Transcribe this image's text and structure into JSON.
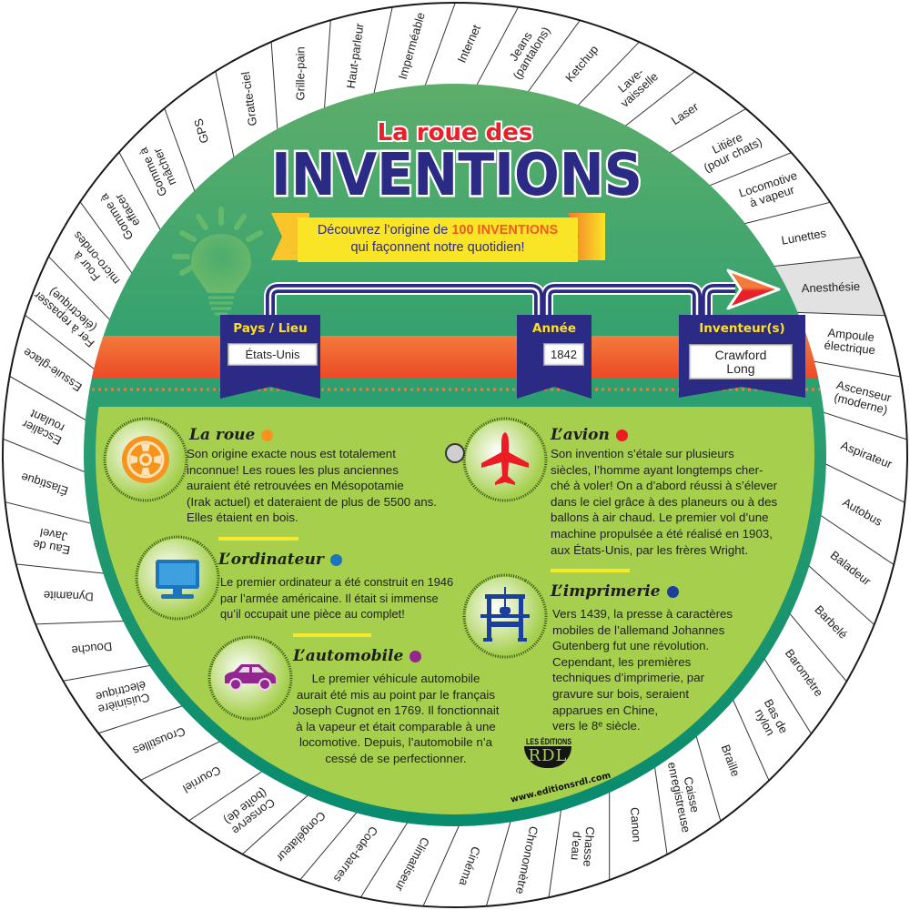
{
  "title": {
    "line1": "La roue des",
    "line2": "INVENTIONS"
  },
  "banner": {
    "text_before": "Découvrez l’origine de ",
    "highlight": "100 INVENTIONS",
    "line2": "qui façonnent notre quotidien!"
  },
  "info_boxes": {
    "country": {
      "label": "Pays / Lieu",
      "value": "États-Unis"
    },
    "year": {
      "label": "Année",
      "value": "1842"
    },
    "inventor": {
      "label": "Inventeur(s)",
      "value_lines": [
        "Crawford",
        "Long"
      ]
    }
  },
  "wheel": {
    "selected": "Anesthésie",
    "items": [
      [
        "Anesthésie"
      ],
      [
        "Ampoule",
        "électrique"
      ],
      [
        "Ascenseur",
        "(moderne)"
      ],
      [
        "Aspirateur"
      ],
      [
        "Autobus"
      ],
      [
        "Baladeur"
      ],
      [
        "Barbelé"
      ],
      [
        "Baromètre"
      ],
      [
        "Bas de",
        "nylon"
      ],
      [
        "Braille"
      ],
      [
        "Caisse",
        "enregistreuse"
      ],
      [
        "Canon"
      ],
      [
        "Chasse",
        "d’eau"
      ],
      [
        "Chronomètre"
      ],
      [
        "Cinéma"
      ],
      [
        "Climatiseur"
      ],
      [
        "Code-barres"
      ],
      [
        "Congélateur"
      ],
      [
        "Conserve",
        "(boîte de)"
      ],
      [
        "Courriel"
      ],
      [
        "Croustilles"
      ],
      [
        "Cuisinière",
        "électrique"
      ],
      [
        "Douche"
      ],
      [
        "Dynamite"
      ],
      [
        "Eau de",
        "Javel"
      ],
      [
        "Élastique"
      ],
      [
        "Escalier",
        "roulant"
      ],
      [
        "Essuie-glace"
      ],
      [
        "Fer à repasser",
        "(électrique)"
      ],
      [
        "Four à",
        "micro-ondes"
      ],
      [
        "Gomme à",
        "effacer"
      ],
      [
        "Gomme à",
        "mâcher"
      ],
      [
        "GPS"
      ],
      [
        "Gratte-ciel"
      ],
      [
        "Grille-pain"
      ],
      [
        "Haut-parleur"
      ],
      [
        "Imperméable"
      ],
      [
        "Internet"
      ],
      [
        "Jeans",
        "(pantalons)"
      ],
      [
        "Ketchup"
      ],
      [
        "Lave-",
        "vaisselle"
      ],
      [
        "Laser"
      ],
      [
        "Litière",
        "(pour chats)"
      ],
      [
        "Locomotive",
        "à vapeur"
      ],
      [
        "Lunettes"
      ]
    ]
  },
  "blocks": {
    "roue": {
      "title": "La roue",
      "dot_color": "#f7941d",
      "icon": "wheel-icon",
      "lines": [
        "Son origine exacte nous est totalement",
        "inconnue! Les roues les plus anciennes",
        "auraient été retrouvées en Mésopotamie",
        "(Irak actuel) et dateraient de plus de 5500 ans.",
        "Elles étaient en bois."
      ]
    },
    "ordinateur": {
      "title": "L’ordinateur",
      "dot_color": "#1c75bc",
      "icon": "computer-monitor-icon",
      "lines": [
        "Le premier ordinateur a été construit en 1946",
        "par l’armée américaine. Il était si immense",
        "qu’il occupait une pièce au complet!"
      ]
    },
    "automobile": {
      "title": "L’automobile",
      "dot_color": "#92278f",
      "icon": "car-icon",
      "lines": [
        "Le premier véhicule automobile",
        "aurait été mis au point par le français",
        "Joseph Cugnot en 1769. Il fonctionnait",
        "à la vapeur et était comparable à une",
        "locomotive. Depuis, l’automobile n’a",
        "cessé de se perfectionner."
      ]
    },
    "avion": {
      "title": "L’avion",
      "dot_color": "#ed1c24",
      "icon": "airplane-icon",
      "lines": [
        "Son invention s’étale sur plusieurs",
        "siècles, l’homme ayant longtemps cher-",
        "ché à voler! On a d’abord réussi à s’élever",
        "dans le ciel grâce à des planeurs ou à des",
        "ballons à air chaud. Le premier vol d’une",
        "machine propulsée a été réalisé en 1903,",
        "aux États-Unis, par les frères Wright."
      ]
    },
    "imprimerie": {
      "title": "L’imprimerie",
      "dot_color": "#1b3f9c",
      "icon": "printing-press-icon",
      "lines": [
        "Vers 1439, la presse à caractères",
        "mobiles de l’allemand Johannes",
        "Gutenberg fut une révolution.",
        "Cependant, les premières",
        "techniques d’imprimerie, par",
        "gravure sur bois, seraient",
        "apparues en Chine,",
        "vers le 8ᵉ siècle."
      ]
    }
  },
  "publisher": {
    "logo_top": "LES ÉDITIONS",
    "logo_mark": "RDL",
    "url": "www.editionsrdl.com"
  },
  "colors": {
    "navy": "#2b2a84",
    "teal": "#23a070",
    "lime": "#a5cf4c",
    "orange_band": "#f15a29",
    "title_red": "#e8202a",
    "banner_yellow": "#f9e425",
    "selected_sector": "#e2e2e2"
  }
}
